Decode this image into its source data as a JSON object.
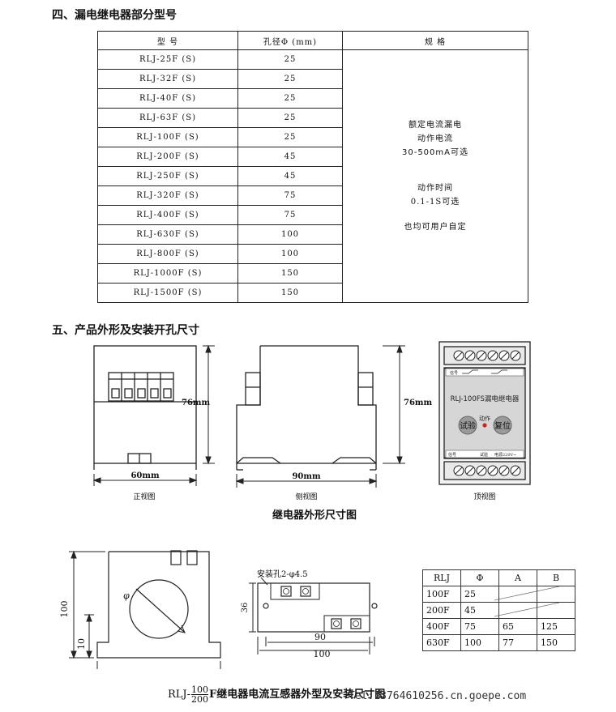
{
  "section4": {
    "title": "四、漏电继电器部分型号"
  },
  "table": {
    "headers": [
      "型  号",
      "孔径Φ (mm)",
      "规  格"
    ],
    "rows": [
      [
        "RLJ-25F (S)",
        "25"
      ],
      [
        "RLJ-32F (S)",
        "25"
      ],
      [
        "RLJ-40F (S)",
        "25"
      ],
      [
        "RLJ-63F (S)",
        "25"
      ],
      [
        "RLJ-100F (S)",
        "25"
      ],
      [
        "RLJ-200F (S)",
        "45"
      ],
      [
        "RLJ-250F (S)",
        "45"
      ],
      [
        "RLJ-320F (S)",
        "75"
      ],
      [
        "RLJ-400F (S)",
        "75"
      ],
      [
        "RLJ-630F (S)",
        "100"
      ],
      [
        "RLJ-800F (S)",
        "100"
      ],
      [
        "RLJ-1000F (S)",
        "150"
      ],
      [
        "RLJ-1500F (S)",
        "150"
      ]
    ],
    "spec": {
      "line1": "额定电流漏电",
      "line2": "动作电流",
      "line3": "30-500mA可选",
      "line4": "动作时间",
      "line5": "0.1-1S可选",
      "line6": "也均可用户自定"
    }
  },
  "section5": {
    "title": "五、产品外形及安装开孔尺寸"
  },
  "drawings": {
    "front": {
      "height_label": "76mm",
      "width_label": "60mm",
      "caption": "正视图"
    },
    "side": {
      "height_label": "76mm",
      "width_label": "90mm",
      "caption": "侧视图"
    },
    "top": {
      "caption": "顶视图",
      "device_label": "RLJ-100FS漏电继电器",
      "action_label": "动作",
      "test_button": "试验",
      "reset_button": "复位",
      "terminal_label_1": "信号",
      "terminal_label_2": "信号",
      "terminal_label_3": "试验",
      "terminal_label_4": "电源220V~"
    },
    "caption": "继电器外形尺寸图"
  },
  "transformer": {
    "height_label": "100",
    "base_label": "10",
    "phi_label": "φ",
    "hole_label": "安装孔2-φ4.5",
    "side_height_label": "36",
    "inner_width_label": "90",
    "outer_width_label": "100"
  },
  "dim_table": {
    "headers": [
      "RLJ",
      "Φ",
      "A",
      "B"
    ],
    "rows": [
      [
        "100F",
        "25",
        "",
        ""
      ],
      [
        "200F",
        "45",
        "",
        ""
      ],
      [
        "400F",
        "75",
        "65",
        "125"
      ],
      [
        "630F",
        "100",
        "77",
        "150"
      ]
    ]
  },
  "bottom_caption": {
    "prefix": "RLJ-",
    "numerator": "100",
    "denominator": "200",
    "suffix": "F继电器电流互感器外型及安装尺寸图",
    "watermark": "Tel:13764610256.cn.goepe.com"
  }
}
